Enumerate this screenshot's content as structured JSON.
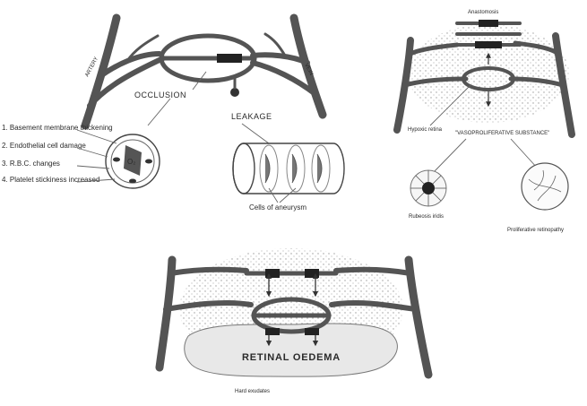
{
  "labels": {
    "artery": "ARTERY",
    "vein": "VEIN",
    "occlusion": "OCCLUSION",
    "leakage": "LEAKAGE",
    "mechanisms": [
      "1. Basement membrane thickening",
      "2. Endothelial cell damage",
      "3. R.B.C. changes",
      "4. Platelet stickiness increased"
    ],
    "o2_symbol": "O₂",
    "cells_of_aneurysm": "Cells of aneurysm",
    "anastomosis": "Anastomosis",
    "hypoxic_retina": "Hypoxic retina",
    "vasoproliferative_substance": "\"VASOPROLIFERATIVE SUBSTANCE\"",
    "rubeosis_iridis": "Rubeosis iridis",
    "proliferative_retinopathy": "Proliferative retinopathy",
    "retinal_oedema": "RETINAL OEDEMA",
    "hard_exudates": "Hard exudates"
  },
  "colors": {
    "vessel": "#545454",
    "stipple": "#9a9a9a",
    "oedema_fill": "#e8e8e8"
  }
}
